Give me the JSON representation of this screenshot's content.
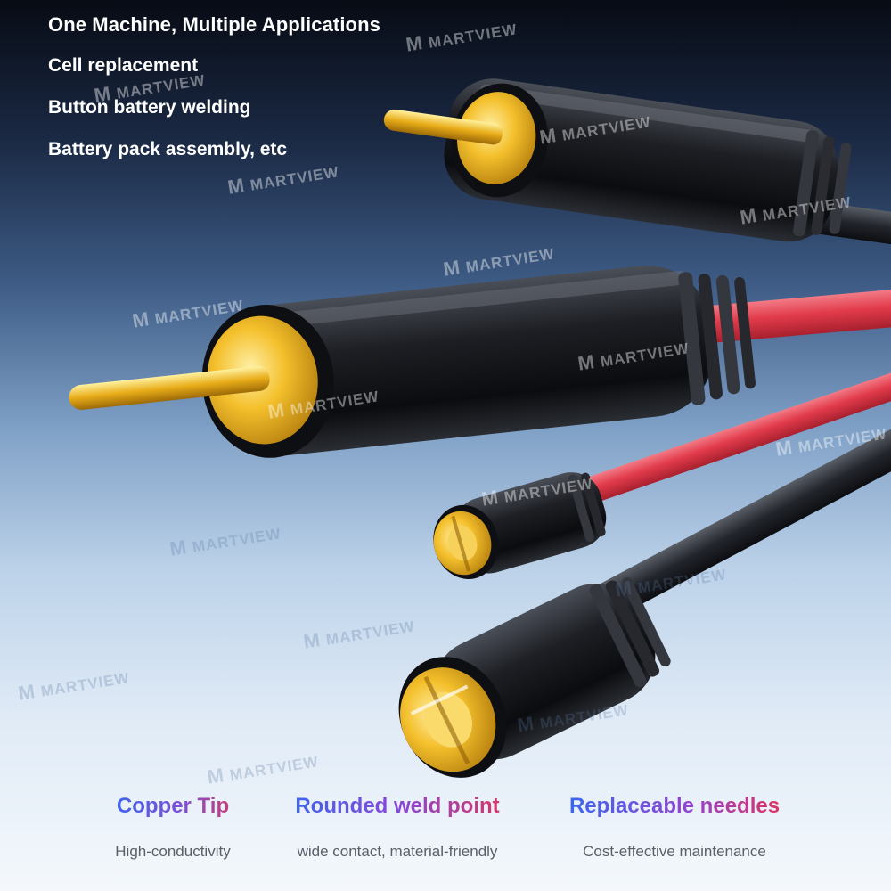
{
  "headline": {
    "title": "One Machine, Multiple Applications",
    "items": [
      "Cell replacement",
      "Button battery welding",
      "Battery pack assembly, etc"
    ]
  },
  "watermark": {
    "logo": "M",
    "text": "MARTVIEW"
  },
  "features": [
    {
      "title": "Copper Tip",
      "desc": "High-conductivity"
    },
    {
      "title": "Rounded weld point",
      "desc": "wide contact, material-friendly"
    },
    {
      "title": "Replaceable needles",
      "desc": "Cost-effective maintenance"
    }
  ],
  "colors": {
    "gold": "#f2b31c",
    "handle": "#1b1d22",
    "red_cable": "#e23b4b",
    "black_cable": "#22252c",
    "accent_blue": "#2e6cf2",
    "accent_red": "#e8334d"
  }
}
